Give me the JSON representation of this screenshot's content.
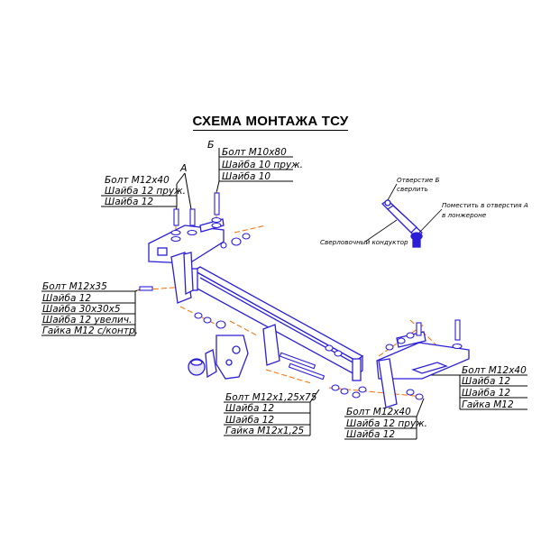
{
  "title": "СХЕМА МОНТАЖА ТСУ",
  "markers": {
    "a": "А",
    "b": "Б"
  },
  "groups": {
    "a": [
      "Болт М12х40",
      "Шайба 12 пруж.",
      "Шайба 12"
    ],
    "b": [
      "Болт М10х80",
      "Шайба 10 пруж.",
      "Шайба 10"
    ],
    "left": [
      "Болт М12х35",
      "Шайба 12",
      "Шайба 30х30х5",
      "Шайба 12 увелич.",
      "Гайка М12 с/контр."
    ],
    "right": [
      "Болт М12х40",
      "Шайба 12",
      "Шайба 12",
      "Гайка М12"
    ],
    "center": [
      "Болт М12х1,25х75",
      "Шайба 12",
      "Шайба 12",
      "Гайка М12х1,25"
    ],
    "bottom": [
      "Болт М12х40",
      "Шайба 12 пруж.",
      "Шайба 12"
    ]
  },
  "jig": {
    "hole_b": "Отверстие Б",
    "drill": "сверлить",
    "insert": "Поместить в отверстия А",
    "in_frame": "в лонжероне",
    "name": "Сверловочный кондуктор"
  },
  "colors": {
    "part": "#2a1fd6",
    "accent": "#ff6a00",
    "ink": "#000000"
  }
}
